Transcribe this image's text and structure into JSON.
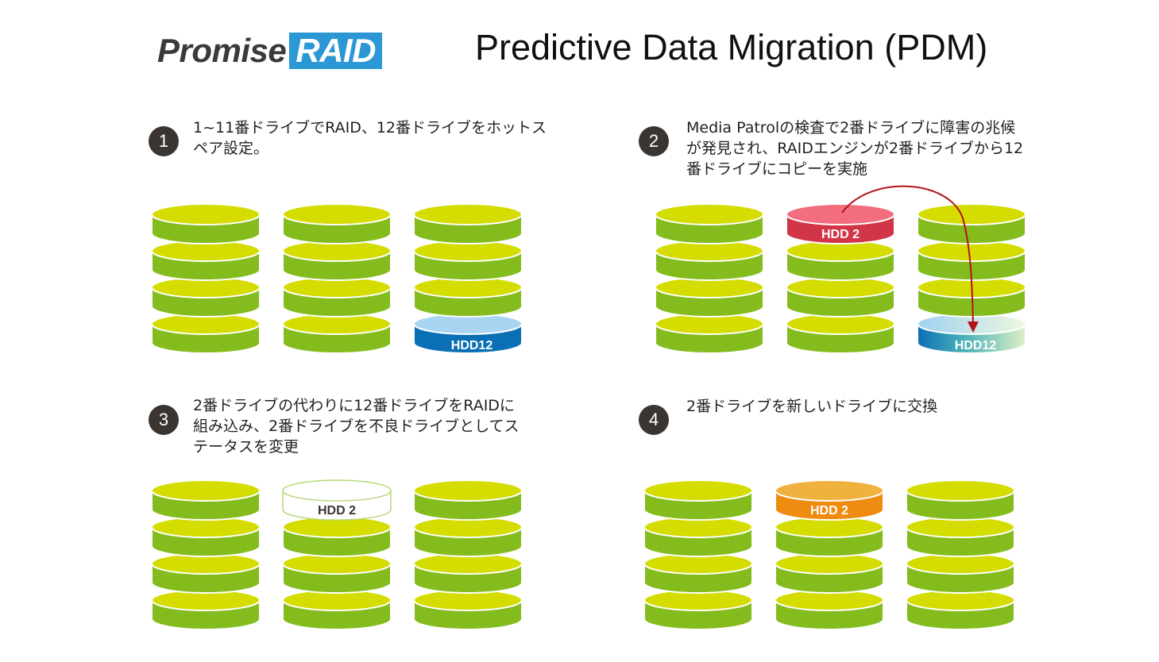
{
  "header": {
    "logo_word": "Promise",
    "logo_boxed": "RAID",
    "title": "Predictive Data Migration (PDM)"
  },
  "colors": {
    "disk_top": "#d4dc00",
    "disk_side": "#84bc1e",
    "hotspare_top": "#a9d4f2",
    "hotspare_side": "#0a6fb5",
    "failed_top": "#f26d7d",
    "failed_side": "#d13547",
    "replaced_top": "#f0b23e",
    "replaced_side": "#ef8b0f",
    "arrow": "#b5121b",
    "badge": "#3b3532"
  },
  "steps": [
    {
      "number": "1",
      "lines": [
        "1~11番ドライブでRAID、12番ドライブをホットス",
        "ペア設定。"
      ],
      "labels": {
        "hotspare": "HDD12"
      }
    },
    {
      "number": "2",
      "lines": [
        "Media Patrolの検査で2番ドライブに障害の兆候",
        "が発見され、RAIDエンジンが2番ドライブから12",
        "番ドライブにコピーを実施"
      ],
      "labels": {
        "failing": "HDD 2",
        "target": "HDD12"
      }
    },
    {
      "number": "3",
      "lines": [
        "2番ドライブの代わりに12番ドライブをRAIDに",
        "組み込み、2番ドライブを不良ドライブとしてス",
        "テータスを変更"
      ],
      "labels": {
        "removed": "HDD 2"
      }
    },
    {
      "number": "4",
      "lines": [
        "2番ドライブを新しいドライブに交換"
      ],
      "labels": {
        "replaced": "HDD 2"
      }
    }
  ]
}
